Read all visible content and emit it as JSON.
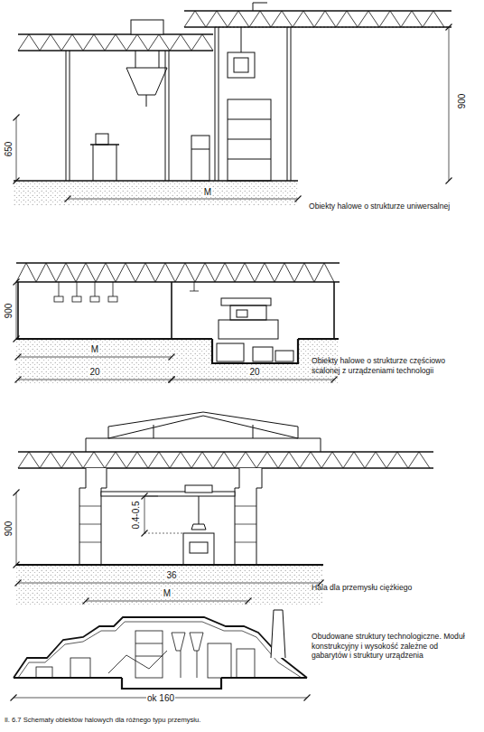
{
  "diagram": {
    "caption": "Il. 6.7 Schematy obiektów halowych dla różnego typu przemysłu.",
    "labels": [
      "650",
      "900",
      "M",
      "Obiekty halowe o strukturze uniwersalnej",
      "900",
      "M",
      "20",
      "20",
      "Obiekty halowe o strukturze częściowo scalonej z urządzeniami technologii",
      "0.4-0.5",
      "900",
      "36",
      "M",
      "Hala dla przemysłu ciężkiego",
      "ok 160",
      "Obudowane struktury technologiczne. Moduł konstrukcyjny i wysokość zależne od gabarytów i struktury urządzenia"
    ]
  }
}
